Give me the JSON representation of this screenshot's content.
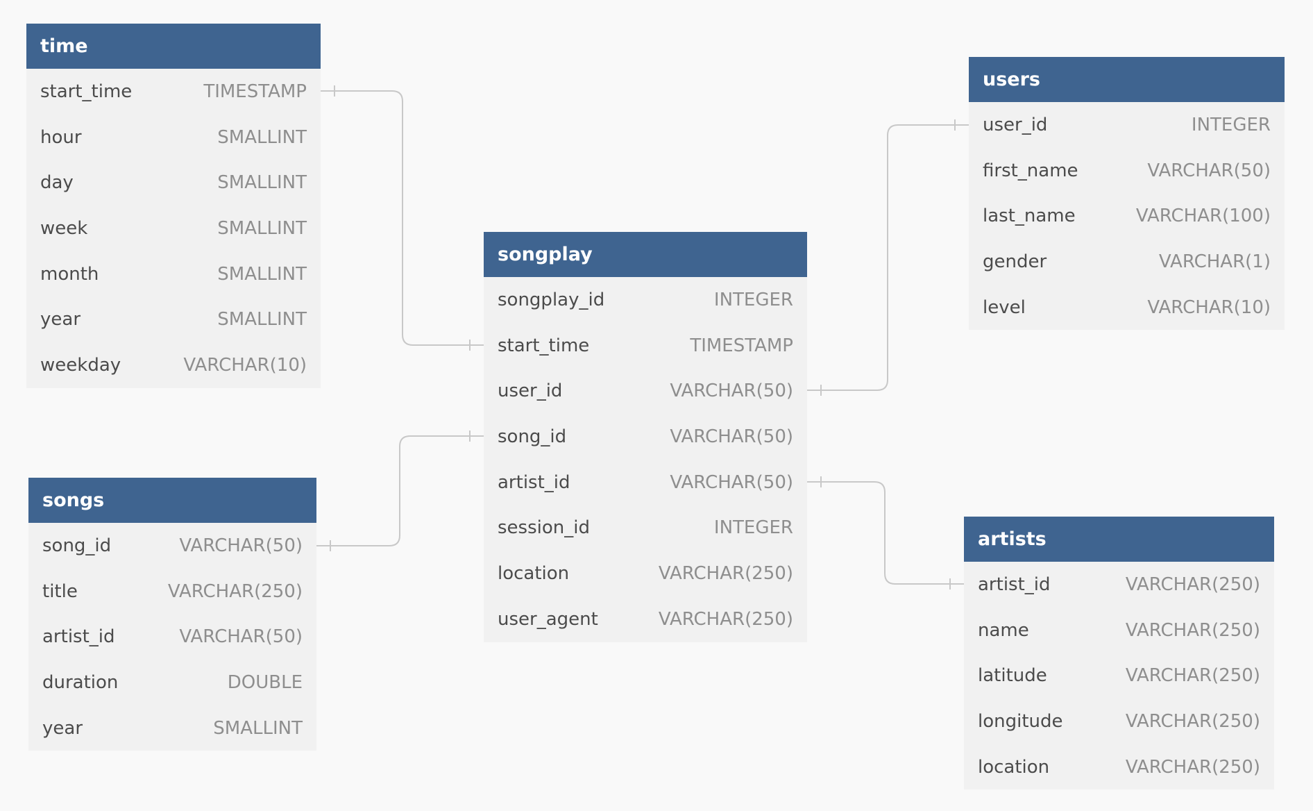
{
  "tables": {
    "time": {
      "name": "time",
      "columns": [
        {
          "name": "start_time",
          "type": "TIMESTAMP"
        },
        {
          "name": "hour",
          "type": "SMALLINT"
        },
        {
          "name": "day",
          "type": "SMALLINT"
        },
        {
          "name": "week",
          "type": "SMALLINT"
        },
        {
          "name": "month",
          "type": "SMALLINT"
        },
        {
          "name": "year",
          "type": "SMALLINT"
        },
        {
          "name": "weekday",
          "type": "VARCHAR(10)"
        }
      ]
    },
    "users": {
      "name": "users",
      "columns": [
        {
          "name": "user_id",
          "type": "INTEGER"
        },
        {
          "name": "first_name",
          "type": "VARCHAR(50)"
        },
        {
          "name": "last_name",
          "type": "VARCHAR(100)"
        },
        {
          "name": "gender",
          "type": "VARCHAR(1)"
        },
        {
          "name": "level",
          "type": "VARCHAR(10)"
        }
      ]
    },
    "songplay": {
      "name": "songplay",
      "columns": [
        {
          "name": "songplay_id",
          "type": "INTEGER"
        },
        {
          "name": "start_time",
          "type": "TIMESTAMP"
        },
        {
          "name": "user_id",
          "type": "VARCHAR(50)"
        },
        {
          "name": "song_id",
          "type": "VARCHAR(50)"
        },
        {
          "name": "artist_id",
          "type": "VARCHAR(50)"
        },
        {
          "name": "session_id",
          "type": "INTEGER"
        },
        {
          "name": "location",
          "type": "VARCHAR(250)"
        },
        {
          "name": "user_agent",
          "type": "VARCHAR(250)"
        }
      ]
    },
    "songs": {
      "name": "songs",
      "columns": [
        {
          "name": "song_id",
          "type": "VARCHAR(50)"
        },
        {
          "name": "title",
          "type": "VARCHAR(250)"
        },
        {
          "name": "artist_id",
          "type": "VARCHAR(50)"
        },
        {
          "name": "duration",
          "type": "DOUBLE"
        },
        {
          "name": "year",
          "type": "SMALLINT"
        }
      ]
    },
    "artists": {
      "name": "artists",
      "columns": [
        {
          "name": "artist_id",
          "type": "VARCHAR(250)"
        },
        {
          "name": "name",
          "type": "VARCHAR(250)"
        },
        {
          "name": "latitude",
          "type": "VARCHAR(250)"
        },
        {
          "name": "longitude",
          "type": "VARCHAR(250)"
        },
        {
          "name": "location",
          "type": "VARCHAR(250)"
        }
      ]
    }
  },
  "relations": [
    {
      "from": "time.start_time",
      "to": "songplay.start_time"
    },
    {
      "from": "songplay.user_id",
      "to": "users.user_id"
    },
    {
      "from": "songs.song_id",
      "to": "songplay.song_id"
    },
    {
      "from": "songplay.artist_id",
      "to": "artists.artist_id"
    }
  ],
  "colors": {
    "background": "#f9f9f9",
    "header": "#3f6490",
    "header_text": "#ffffff",
    "row_background": "#f1f1f1",
    "column_name": "#4b4b4b",
    "column_type": "#8e8e8e",
    "connector": "#c8c8c8"
  }
}
